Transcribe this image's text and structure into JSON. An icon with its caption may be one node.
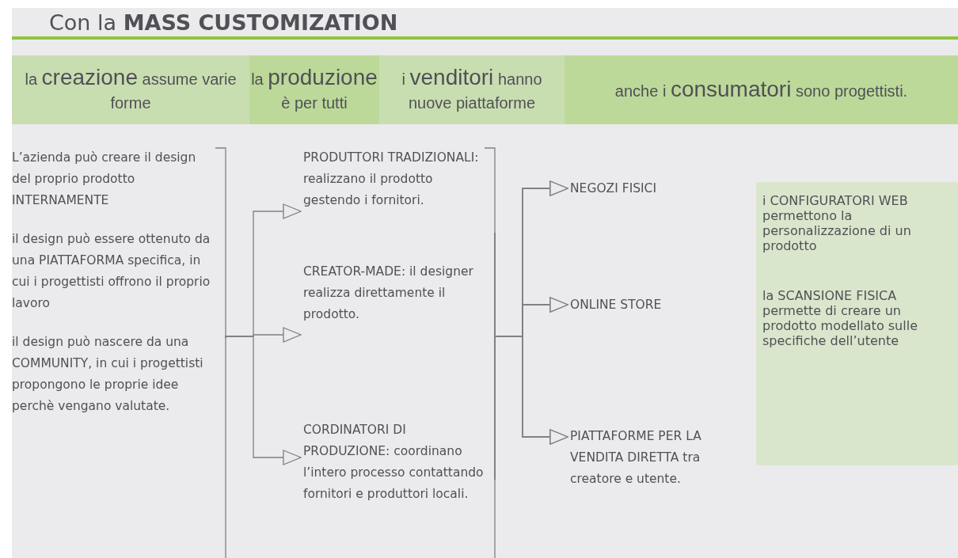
{
  "diagram": {
    "title": "Con la **MASS CUSTOMIZATION**",
    "nodes": [
      {
        "text": [
          "la **creazione** assume varie forme"
        ]
      },
      {
        "text": [
          "la **produzione** è per tutti"
        ]
      },
      {
        "text": [
          "i **venditori** hanno nuove piattaforme"
        ]
      },
      {
        "text": [
          "anche i **consumatori** sono progettisti."
        ]
      },
      {
        "text": [
          "L’azienda può creare il design del proprio prodotto INTERNAMENTE",
          "il design può essere ottenuto da una PIATTAFORMA specifica, in cui i progettisti offrono il proprio lavoro",
          "il design può nascere da una COMMUNITY, in cui i progettisti propongono le proprie idee perchè vengano valutate."
        ]
      },
      {
        "text": [
          "PRODUTTORI TRADIZIONALI: realizzano il prodotto gestendo i fornitori."
        ]
      },
      {
        "text": [
          "CREATOR-MADE: il designer realizza direttamente il prodotto."
        ]
      },
      {
        "text": [
          "CORDINATORI DI PRODUZIONE: coordinano l’intero processo contattando fornitori e produttori locali."
        ]
      },
      {
        "text": [
          "NEGOZI FISICI"
        ]
      },
      {
        "text": [
          "ONLINE STORE"
        ]
      },
      {
        "text": [
          "PIATTAFORME PER LA VENDITA DIRETTA tra creatore e utente."
        ]
      },
      {
        "text": [
          "i CONFIGURATORI WEB permettono la personalizzazione di un prodotto",
          "la SCANSIONE FISICA permette di creare un prodotto modellato sulle specifiche dell’utente"
        ]
      }
    ],
    "edges": [
      {
        "from": 4,
        "to": 5,
        "arrow": "to"
      },
      {
        "from": 4,
        "to": 6,
        "arrow": "to"
      },
      {
        "from": 4,
        "to": 7,
        "arrow": "to"
      },
      {
        "from": 5,
        "to": 8,
        "arrow": "to"
      },
      {
        "from": 5,
        "to": 9,
        "arrow": "to"
      },
      {
        "from": 5,
        "to": 10,
        "arrow": "to"
      },
      {
        "from": 6,
        "to": 8,
        "arrow": "to"
      },
      {
        "from": 6,
        "to": 9,
        "arrow": "to"
      },
      {
        "from": 6,
        "to": 10,
        "arrow": "to"
      },
      {
        "from": 7,
        "to": 8,
        "arrow": "to"
      },
      {
        "from": 7,
        "to": 9,
        "arrow": "to"
      },
      {
        "from": 7,
        "to": 10,
        "arrow": "to"
      }
    ]
  }
}
